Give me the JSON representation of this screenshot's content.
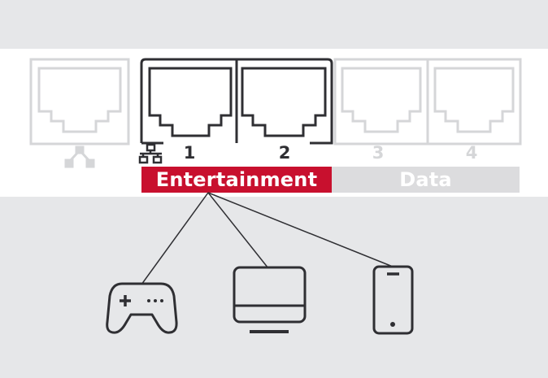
{
  "groups": {
    "entertainment": {
      "label": "Entertainment",
      "color": "#c8102e"
    },
    "data": {
      "label": "Data",
      "color": "#dcdcde"
    }
  },
  "ports": [
    {
      "number": "1"
    },
    {
      "number": "2"
    },
    {
      "number": "3"
    },
    {
      "number": "4"
    }
  ],
  "colors": {
    "active_stroke": "#2f2f33",
    "inactive_stroke": "#d5d6d8",
    "background": "#e6e7e9",
    "band": "#ffffff"
  },
  "icons": [
    "wan-icon",
    "lan-icon",
    "gamepad-icon",
    "monitor-icon",
    "smartphone-icon"
  ]
}
